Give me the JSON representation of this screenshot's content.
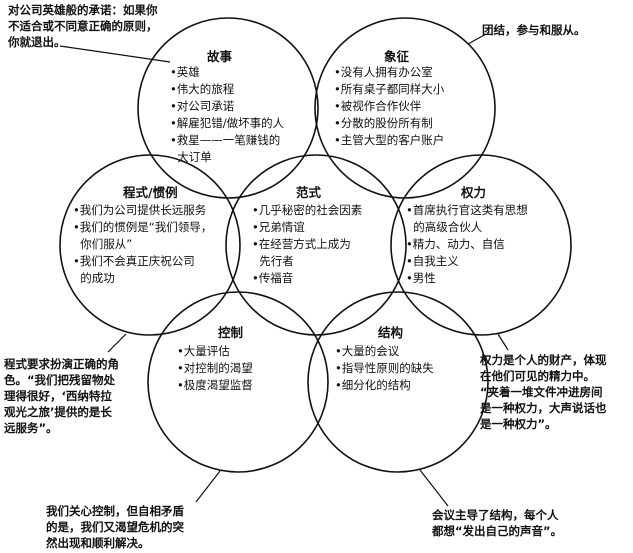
{
  "circles": [
    {
      "key": "story",
      "title": "故事",
      "items": [
        "•英雄",
        "•伟大的旅程",
        "•对公司承诺",
        "•解雇犯错/做坏事的人",
        "•救星——一笔赚钱的",
        "  大订单"
      ]
    },
    {
      "key": "symbol",
      "title": "象征",
      "items": [
        "•没有人拥有办公室",
        "•所有桌子都同样大小",
        "•被视作合作伙伴",
        "•分散的股份所有制",
        "•主管大型的客户账户"
      ]
    },
    {
      "key": "ritual",
      "title": "程式/惯例",
      "items": [
        "•我们为公司提供长远服务",
        "•我们的惯例是“我们领导，",
        "  你们服从”",
        "•我们不会真正庆祝公司",
        "  的成功"
      ]
    },
    {
      "key": "paradigm",
      "title": "范式",
      "items": [
        "•几乎秘密的社会因素",
        "•兄弟情谊",
        "•在经营方式上成为",
        "  先行者",
        "•传福音"
      ]
    },
    {
      "key": "power",
      "title": "权力",
      "items": [
        "•首席执行官这类有思想",
        "  的高级合伙人",
        "•精力、动力、自信",
        "•自我主义",
        "•男性"
      ]
    },
    {
      "key": "control",
      "title": "控制",
      "items": [
        "•大量评估",
        "•对控制的渴望",
        "•极度渴望监督"
      ]
    },
    {
      "key": "structure",
      "title": "结构",
      "items": [
        "•大量的会议",
        "•指导性原则的缺失",
        "•细分化的结构"
      ]
    }
  ],
  "notes": {
    "top_left": [
      "对公司英雄般的承诺：如果你",
      "不适合或不同意正确的原则，",
      "你就退出。"
    ],
    "top_right": [
      "团结，参与和服从。"
    ],
    "mid_left": [
      "程式要求扮演正确的角",
      "色。“我们把残留物处",
      "理得很好，‘西纳特拉",
      "观光之旅’提供的是长",
      "远服务”。"
    ],
    "mid_right": [
      "权力是个人的财产，体现",
      "在他们可见的精力中。",
      "“夹着一堆文件冲进房间",
      "是一种权力，大声说话也",
      "是一种权力”。"
    ],
    "bottom_left": [
      "我们关心控制，但自相矛盾",
      "的是，我们又渴望危机的突",
      "然出现和顺利解决。"
    ],
    "bottom_right": [
      "会议主导了结构，每个人",
      "都想“发出自己的声音”。"
    ]
  }
}
